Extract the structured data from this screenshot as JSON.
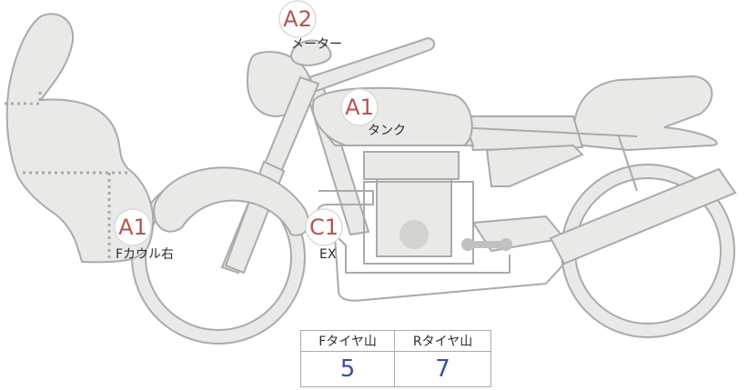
{
  "parts": [
    {
      "id": "meter",
      "code": "A2",
      "label": "メーター"
    },
    {
      "id": "tank",
      "code": "A1",
      "label": "タンク"
    },
    {
      "id": "fcowl",
      "code": "A1",
      "label": "Fカウル右"
    },
    {
      "id": "ex",
      "code": "C1",
      "label": "EX"
    }
  ],
  "tire_table": {
    "headers": [
      "Fタイヤ山",
      "Rタイヤ山"
    ],
    "values": [
      "5",
      "7"
    ]
  },
  "colors": {
    "part_fill": "#e9eae7",
    "outline": "#a9aba8",
    "code_text": "#b5534f",
    "value_text": "#3b4f9a"
  }
}
